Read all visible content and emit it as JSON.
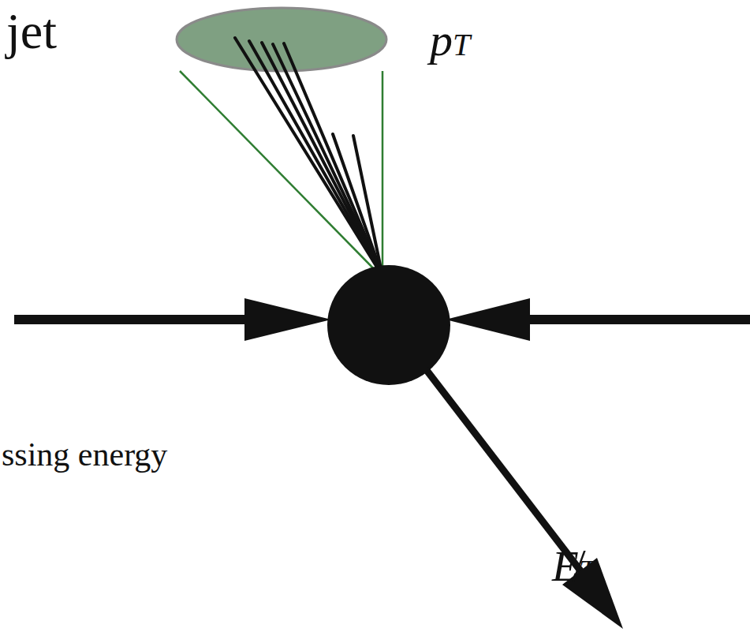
{
  "diagram": {
    "labels": [
      "jet",
      "pT",
      "ssing energy",
      "E̸T"
    ]
  }
}
